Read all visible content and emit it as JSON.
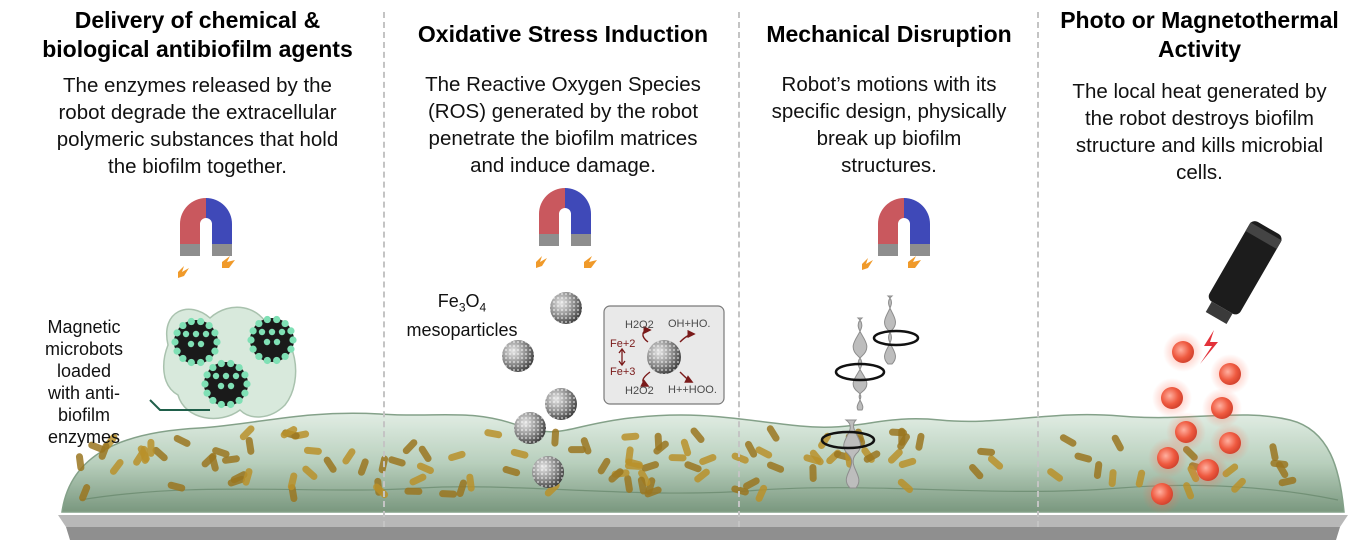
{
  "panels": [
    {
      "title_l1": "Delivery of chemical &",
      "title_l2": "biological antibiofilm agents",
      "desc_l1": "The enzymes released by the",
      "desc_l2": "robot degrade the extracellular",
      "desc_l3": "polymeric substances that hold",
      "desc_l4": "the biofilm together."
    },
    {
      "title_l1": "Oxidative Stress Induction",
      "desc_l1": "The Reactive Oxygen Species",
      "desc_l2": "(ROS) generated by the robot",
      "desc_l3": "penetrate the biofilm matrices",
      "desc_l4": "and induce damage."
    },
    {
      "title_l1": "Mechanical Disruption",
      "desc_l1": "Robot’s motions with its",
      "desc_l2": "specific design, physically",
      "desc_l3": "break up biofilm",
      "desc_l4": "structures."
    },
    {
      "title_l1": "Photo or Magnetothermal",
      "title_l2": "Activity",
      "desc_l1": "The local heat generated by",
      "desc_l2": "the robot destroys biofilm",
      "desc_l3": "structure and kills microbial",
      "desc_l4": "cells."
    }
  ],
  "labels": {
    "microbots_l1": "Magnetic",
    "microbots_l2": "microbots loaded",
    "microbots_l3": "with anti-biofilm",
    "microbots_l4": "enzymes",
    "fe3o4": "Fe3O4",
    "mesoparticles": "mesoparticles"
  },
  "inset": {
    "h2o2_top": "H2O2",
    "oh_product": "OH+HO.",
    "fe2": "Fe+2",
    "fe3": "Fe+3",
    "h2o2_bottom": "H2O2",
    "hoo_product": "H++HOO."
  },
  "colors": {
    "magnet_red": "#c9585e",
    "magnet_blue": "#3f49b8",
    "spark": "#f09a2a",
    "biofilm": "#bcd4c2",
    "bacteria": "#b8902a",
    "bead": "#7fe0b5",
    "heat_particle": "#f05a40",
    "substrate": "#9a9a9a"
  }
}
